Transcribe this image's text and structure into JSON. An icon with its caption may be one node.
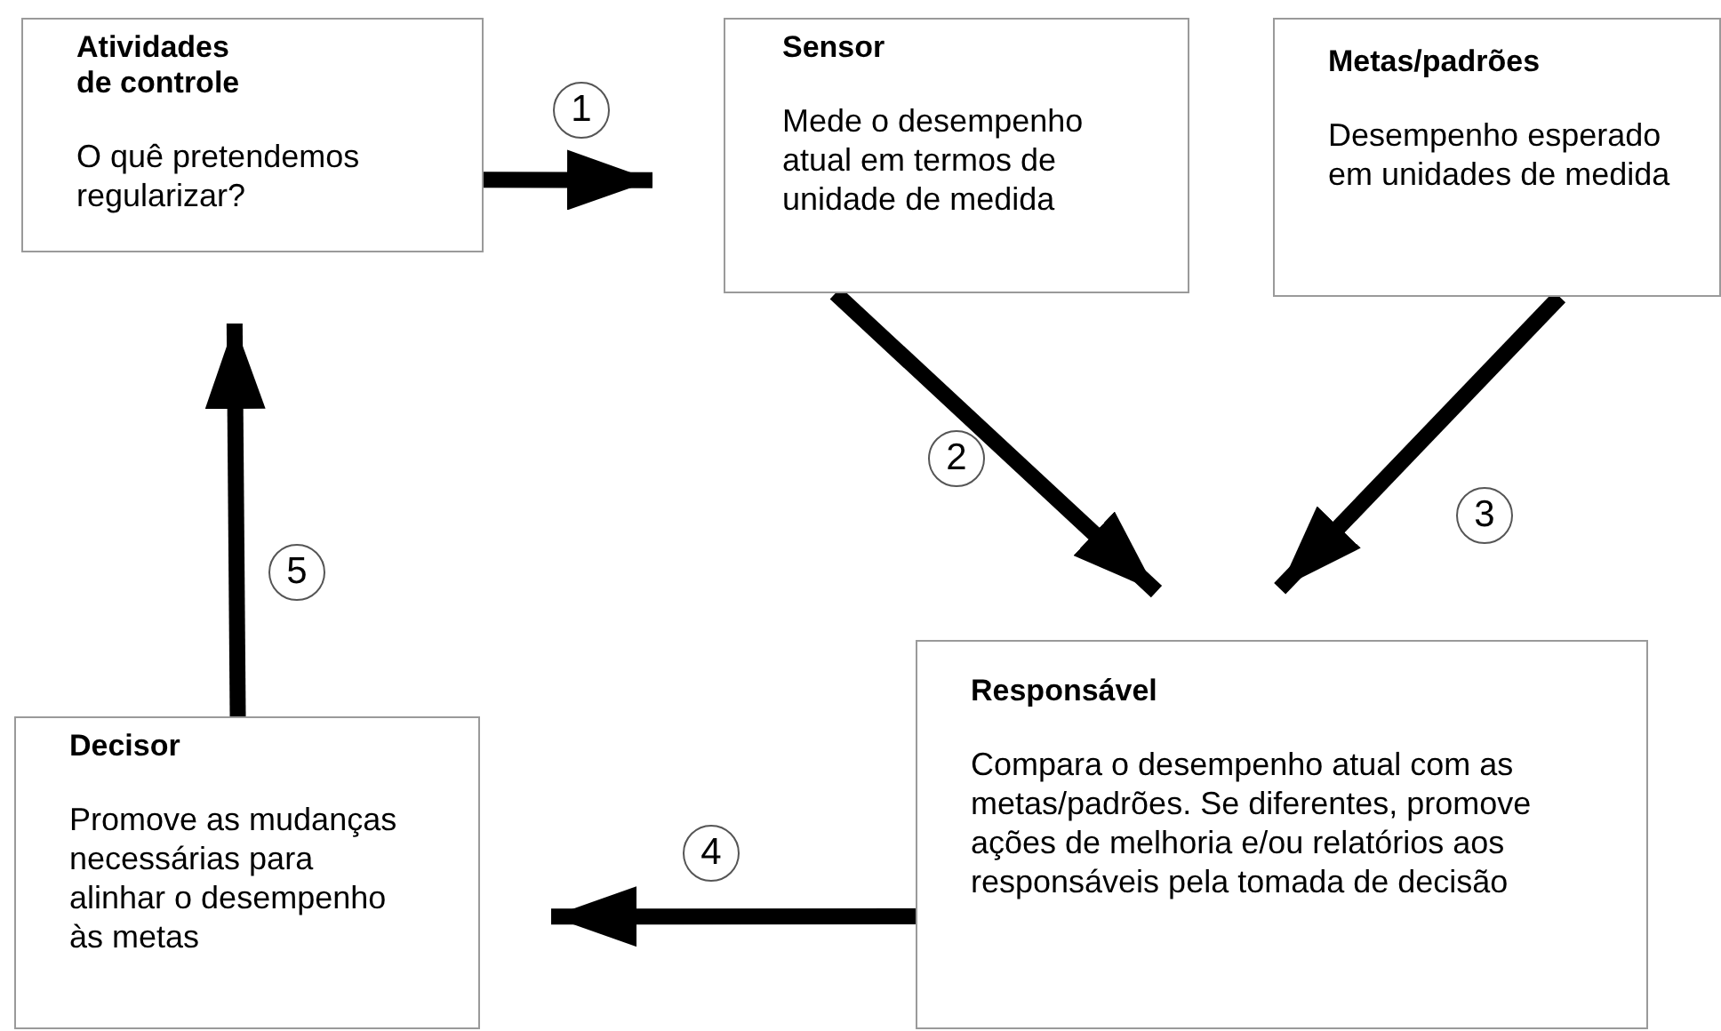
{
  "diagram": {
    "nodes": [
      {
        "text": [
          "Atividades de controle",
          "O quê pretendemos regularizar?"
        ]
      },
      {
        "text": [
          "Sensor",
          "Mede o desempenho atual em termos de unidade de medida"
        ]
      },
      {
        "text": [
          "Metas/padrões",
          "Desempenho esperado em unidades de medida"
        ]
      },
      {
        "text": [
          "Responsável",
          "Compara o desempenho atual com as metas/padrões. Se diferentes, promove ações de melhoria e/ou relatórios aos responsáveis pela tomada de decisão"
        ]
      },
      {
        "text": [
          "Decisor",
          "Promove as mudanças necessárias para alinhar o desempenho às metas"
        ]
      }
    ],
    "edges": [
      {
        "from": 0,
        "to": 1,
        "arrow": "to",
        "label": "1"
      },
      {
        "from": 1,
        "to": 3,
        "arrow": "to",
        "label": "2"
      },
      {
        "from": 2,
        "to": 3,
        "arrow": "to",
        "label": "3"
      },
      {
        "from": 3,
        "to": 4,
        "arrow": "to",
        "label": "4"
      },
      {
        "from": 4,
        "to": 0,
        "arrow": "to",
        "label": "5"
      }
    ]
  }
}
